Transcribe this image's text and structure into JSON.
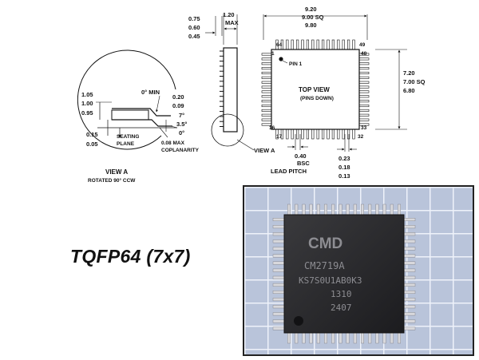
{
  "package_title": "TQFP64 (7x7)",
  "side_view": {
    "lead_thickness": [
      "0.75",
      "0.60",
      "0.45"
    ],
    "body_height": [
      "1.20",
      "MAX"
    ],
    "callout_label": "VIEW A"
  },
  "top_view": {
    "width_dims": [
      "9.20",
      "9.00 SQ",
      "9.80"
    ],
    "height_dims": [
      "7.20",
      "7.00 SQ",
      "6.80"
    ],
    "pin_numbers": [
      "64",
      "49",
      "1",
      "48",
      "16",
      "33",
      "17",
      "32"
    ],
    "pin1_label": "PIN 1",
    "view_title": "TOP VIEW",
    "view_subtitle": "(PINS DOWN)",
    "lead_pitch": [
      "0.40",
      "BSC",
      "LEAD PITCH"
    ],
    "lead_width": [
      "0.23",
      "0.18",
      "0.13"
    ]
  },
  "view_a": {
    "standoff_height": [
      "1.05",
      "1.00",
      "0.95"
    ],
    "standoff": [
      "0.15",
      "0.05"
    ],
    "angle_min": "0° MIN",
    "radius": [
      "0.20",
      "0.09"
    ],
    "angles": [
      "7°",
      "3.5°",
      "0°"
    ],
    "seating_plane": [
      "SEATING",
      "PLANE"
    ],
    "coplanarity": [
      "0.08 MAX",
      "COPLANARITY"
    ],
    "title": "VIEW  A",
    "subtitle": "ROTATED 90° CCW"
  },
  "photo": {
    "chip_marking": [
      "CMD",
      "CM2719A",
      "KS7S0U1AB0K3",
      "1310",
      "2407"
    ]
  }
}
